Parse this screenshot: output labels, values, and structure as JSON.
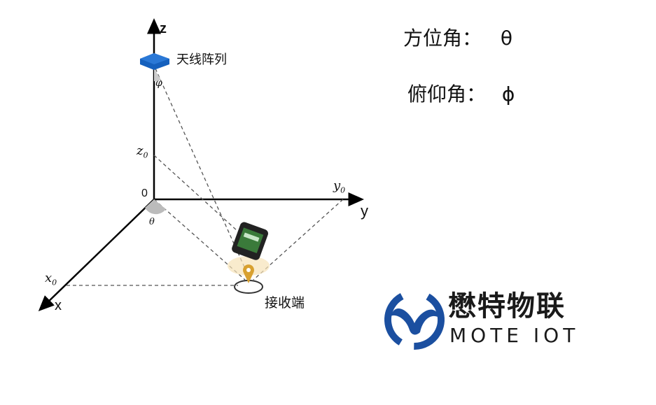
{
  "axes": {
    "z": "z",
    "y": "y",
    "x": "x",
    "origin": "0",
    "z0": "z",
    "z0_sub": "0",
    "y0": "y",
    "y0_sub": "0",
    "x0": "x",
    "x0_sub": "0",
    "phi": "φ",
    "theta": "θ"
  },
  "labels": {
    "antenna": "天线阵列",
    "receiver": "接收端"
  },
  "angles": {
    "azimuth_label": "方位角：",
    "azimuth_symbol": "θ",
    "elevation_label": "俯仰角：",
    "elevation_symbol": "ϕ"
  },
  "logo": {
    "cn": "懋特物联",
    "en": "MOTE IOT"
  },
  "colors": {
    "antenna": "#1560bd",
    "logo_blue": "#1b4fa0"
  }
}
